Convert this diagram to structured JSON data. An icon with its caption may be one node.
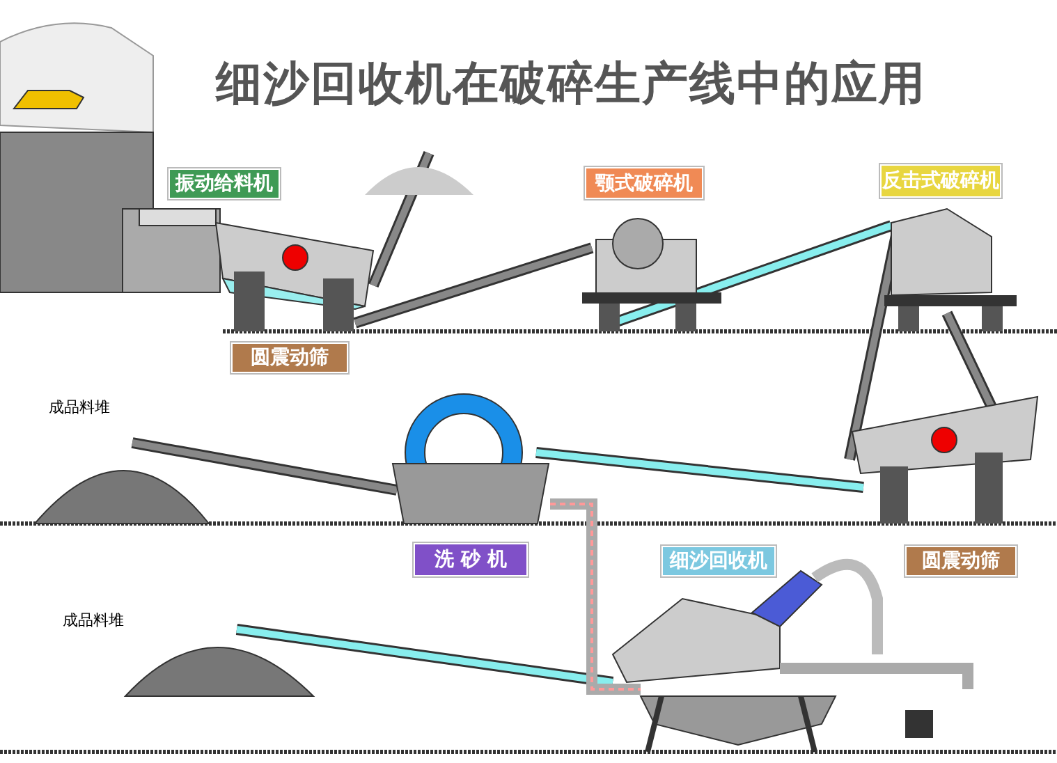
{
  "diagram": {
    "title": "细沙回收机在破碎生产线中的应用",
    "nodes": [
      {
        "text": [
          "振动给料机"
        ]
      },
      {
        "text": [
          "颚式破碎机"
        ]
      },
      {
        "text": [
          "反击式破碎机"
        ]
      },
      {
        "text": [
          "圆震动筛"
        ]
      },
      {
        "text": [
          "洗 砂 机"
        ]
      },
      {
        "text": [
          "细沙回收机"
        ]
      },
      {
        "text": [
          "圆震动筛"
        ]
      }
    ],
    "labels": [
      "成品料堆",
      "成品料堆"
    ]
  }
}
